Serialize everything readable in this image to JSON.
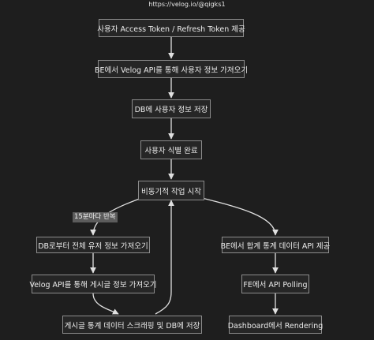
{
  "header": {
    "url_text": "https://velog.io/@qigks1"
  },
  "nodes": {
    "n1": "사용자 Access Token / Refresh Token 제공",
    "n2": "BE에서 Velog API를 통해 사용자 정보 가져오기",
    "n3": "DB에 사용자 정보 저장",
    "n4": "사용자 식별 완료",
    "n5": "비동기적 작업 시작",
    "n6": "DB로부터 전체 유저 정보 가져오기",
    "n7": "Velog API를 통해 게시글 정보 가져오기",
    "n8": "게시글 통계 데이터 스크래핑 및 DB에 저장",
    "n9": "BE에서 합계 통계 데이터 API 제공",
    "n10": "FE에서 API Polling",
    "n11": "Dashboard에서 Rendering"
  },
  "edge_labels": {
    "loop": "15분마다 반복"
  },
  "colors": {
    "background": "#1e1e1e",
    "node_border": "#8c8c8c",
    "node_fill": "#262626",
    "edge": "#e0e0e0",
    "label_bg": "#5c5c5c"
  }
}
